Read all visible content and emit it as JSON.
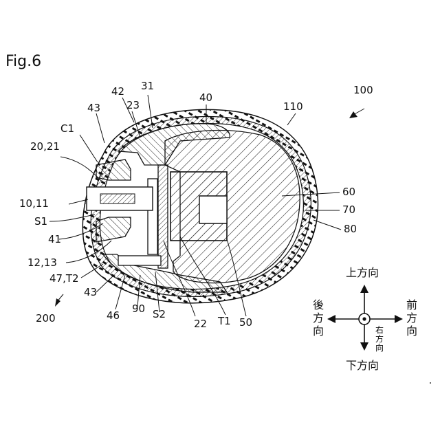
{
  "figure": {
    "label": "Fig.6"
  },
  "labels": {
    "l100": "100",
    "l110": "110",
    "l40": "40",
    "l31": "31",
    "l42": "42",
    "l23": "23",
    "l43a": "43",
    "lC1": "C1",
    "l2021": "20,21",
    "l1011": "10,11",
    "lS1": "S1",
    "l41": "41",
    "l1213": "12,13",
    "l47T2": "47,T2",
    "l43b": "43",
    "l200": "200",
    "l46": "46",
    "l90": "90",
    "lS2": "S2",
    "l22": "22",
    "lT1": "T1",
    "l50": "50",
    "l60": "60",
    "l70": "70",
    "l80": "80"
  },
  "directions": {
    "up": "上方向",
    "down": "下方向",
    "front": [
      "前",
      "方",
      "向"
    ],
    "back": [
      "後",
      "方",
      "向"
    ],
    "right": [
      "右",
      "方",
      "向"
    ]
  }
}
